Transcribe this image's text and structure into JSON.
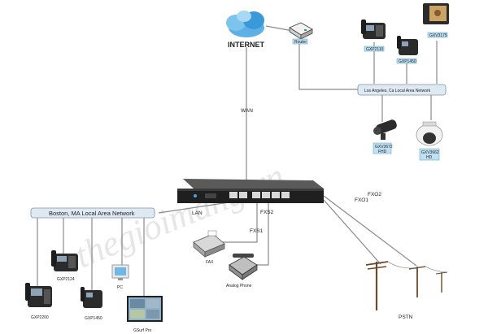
{
  "internet": {
    "label": "INTERNET"
  },
  "router": {
    "label": "Router"
  },
  "links": {
    "wan": "WAN",
    "lan": "LAN",
    "fxs1": "FXS1",
    "fxs2": "FXS2",
    "fxo1": "FXO1",
    "fxo2": "FXO2"
  },
  "networks": {
    "la": "Los Angeles, Ca Local Area Network",
    "boston": "Boston, MA Local Area Network"
  },
  "la_devices": {
    "gxp2110": "GXP2110",
    "gxp1450": "GXP1450",
    "gxv3175": "GXV3175",
    "gxv3672": [
      "GXV3672",
      "FHD"
    ],
    "gxv3662": [
      "GXV3662",
      "HD"
    ]
  },
  "boston_devices": {
    "gxp2124": "GXP2124",
    "pc": "PC",
    "gxp2200": "GXP2200",
    "gxp1450": "GXP1450",
    "gsurf": "GSurf Pro"
  },
  "fax": {
    "label": "FAX"
  },
  "analog_phone": {
    "label": "Analog Phone"
  },
  "pstn": {
    "label": "PSTN"
  },
  "watermark": "thegioimang.vn",
  "colors": {
    "tag_fill": "#bfe0f2",
    "cloud": "#3a9ad9",
    "device": "#2b2b2b"
  }
}
